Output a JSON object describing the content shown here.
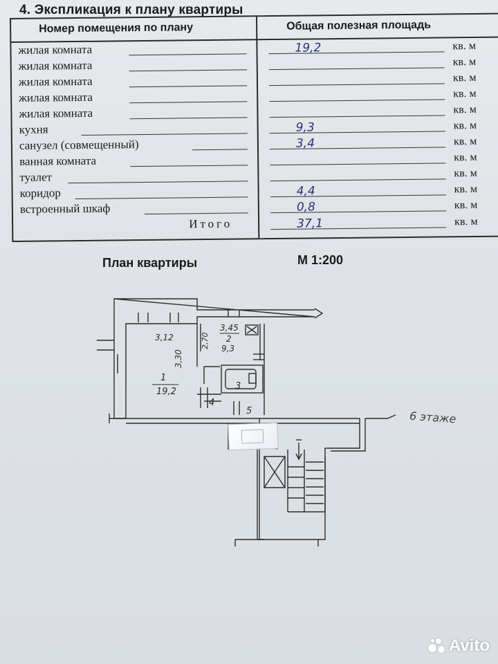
{
  "section_title": "4. Экспликация к плану квартиры",
  "table": {
    "col_room": "Номер помещения по плану",
    "col_area": "Общая полезная площадь",
    "unit": "кв. м",
    "rows": [
      {
        "name": "жилая комната",
        "area": "19,2"
      },
      {
        "name": "жилая комната",
        "area": ""
      },
      {
        "name": "жилая комната",
        "area": ""
      },
      {
        "name": "жилая комната",
        "area": ""
      },
      {
        "name": "жилая комната",
        "area": ""
      },
      {
        "name": "кухня",
        "area": "9,3"
      },
      {
        "name": "санузел (совмещенный)",
        "area": "3,4"
      },
      {
        "name": "ванная комната",
        "area": ""
      },
      {
        "name": "туалет",
        "area": ""
      },
      {
        "name": "коридор",
        "area": "4,4"
      },
      {
        "name": "встроенный шкаф",
        "area": "0,8"
      }
    ],
    "total_label": "Итого",
    "total_area": "37,1"
  },
  "plan": {
    "title": "План квартиры",
    "scale": "М 1:200",
    "floor_note": "6 этаже",
    "dim_width": "3,12",
    "dim_room1_length": "3,30",
    "dim_kitchen_width": "3,45",
    "dim_kitchen_depth": "2,70",
    "room1_number": "1",
    "room1_area": "19,2",
    "kitchen_number": "2",
    "kitchen_area": "9,3",
    "bath_number": "3",
    "corridor_number": "4",
    "closet_number": "5"
  },
  "watermark": "Avito"
}
